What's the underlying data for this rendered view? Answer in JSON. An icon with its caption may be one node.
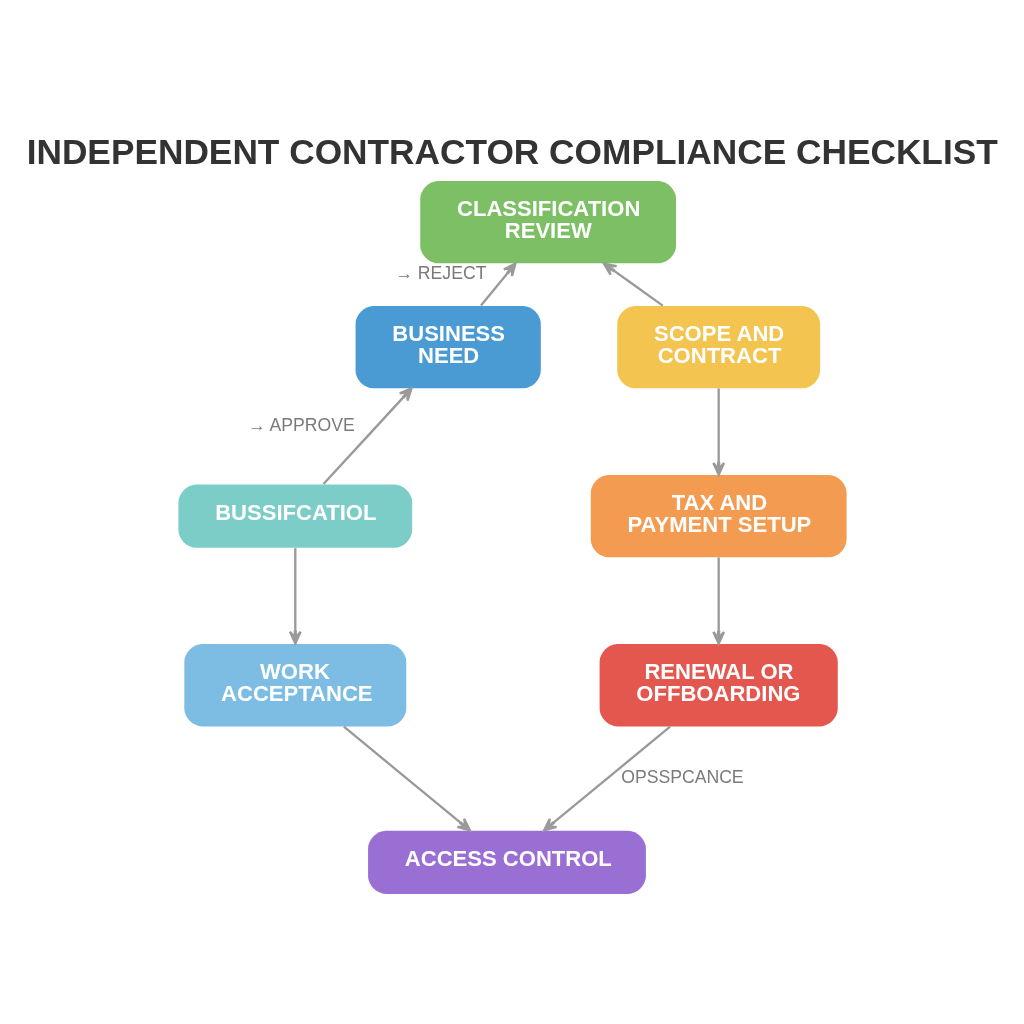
{
  "diagram": {
    "title": "INDEPENDENT CONTRACTOR COMPLIANCE CHECKLIST",
    "nodes": [
      {
        "text": [
          "CLASSIFICATION REVIEW"
        ]
      },
      {
        "text": [
          "BUSINESS NEED"
        ]
      },
      {
        "text": [
          "SCOPE AND CONTRACT"
        ]
      },
      {
        "text": [
          "BUSSIFCATIOL"
        ]
      },
      {
        "text": [
          "TAX AND PAYMENT SETUP"
        ]
      },
      {
        "text": [
          "WORK ACCEPTANCE"
        ]
      },
      {
        "text": [
          "RENEWAL OR OFFBOARDING"
        ]
      },
      {
        "text": [
          "ACCESS CONTROL"
        ]
      }
    ],
    "edges": [
      {
        "from": 1,
        "to": 0,
        "arrow": "to",
        "label": "→ REJECT"
      },
      {
        "from": 3,
        "to": 1,
        "arrow": "to",
        "label": "→ APPROVE"
      },
      {
        "from": 2,
        "to": 0,
        "arrow": "to"
      },
      {
        "from": 2,
        "to": 4,
        "arrow": "to"
      },
      {
        "from": 4,
        "to": 6,
        "arrow": "to"
      },
      {
        "from": 6,
        "to": 7,
        "arrow": "to",
        "label": "OPSSPCANCE"
      },
      {
        "from": 3,
        "to": 5,
        "arrow": "to"
      },
      {
        "from": 5,
        "to": 7,
        "arrow": "to"
      }
    ]
  }
}
